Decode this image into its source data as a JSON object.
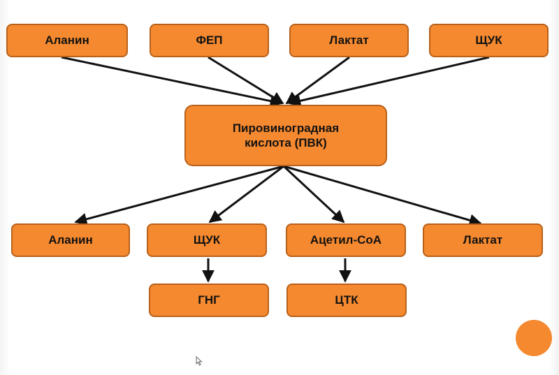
{
  "diagram": {
    "sources": [
      {
        "id": "alanin-top",
        "label": "Аланин"
      },
      {
        "id": "fep",
        "label": "ФЕП"
      },
      {
        "id": "laktat-top",
        "label": "Лактат"
      },
      {
        "id": "shchuk-top",
        "label": "ЩУК"
      }
    ],
    "center": {
      "label": "Пировиноградная\nкислота (ПВК)"
    },
    "products": [
      {
        "id": "alanin-bottom",
        "label": "Аланин"
      },
      {
        "id": "shchuk-bottom",
        "label": "ЩУК"
      },
      {
        "id": "acetil-coa",
        "label": "Ацетил-СоА"
      },
      {
        "id": "laktat-bottom",
        "label": "Лактат"
      }
    ],
    "outcomes": [
      {
        "id": "gng",
        "label": "ГНГ"
      },
      {
        "id": "ctk",
        "label": "ЦТК"
      }
    ]
  },
  "colors": {
    "box_fill": "#f5892f",
    "box_border": "#b8611a",
    "arrow": "#111111"
  }
}
